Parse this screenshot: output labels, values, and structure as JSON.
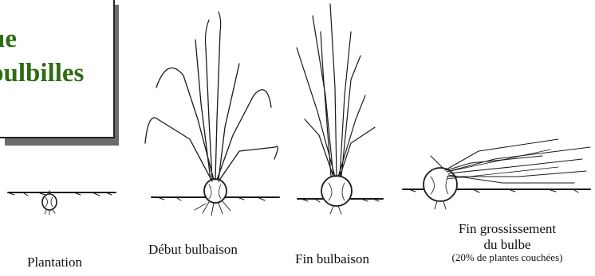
{
  "title": {
    "line1": "ue",
    "line2": "oulbilles",
    "color": "#2f6b14"
  },
  "stages": [
    {
      "label": "Plantation"
    },
    {
      "label": "Début bulbaison"
    },
    {
      "label": "Fin bulbaison"
    },
    {
      "label": "Fin grossissement",
      "label2": "du bulbe",
      "note": "(20% de plantes couchées)"
    }
  ]
}
